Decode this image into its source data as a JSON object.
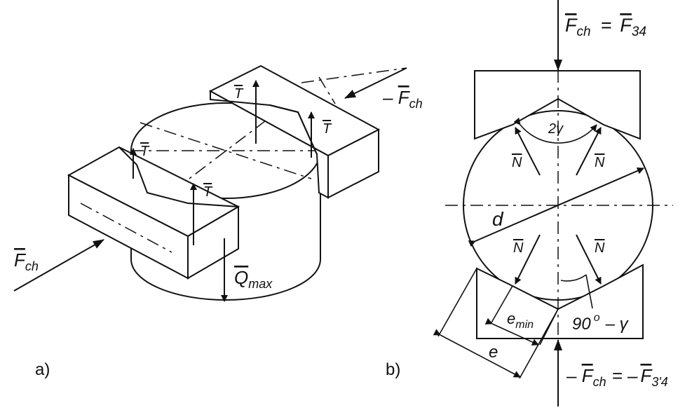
{
  "figure_a": {
    "caption": "a)",
    "labels": {
      "f_ch_in": "F",
      "f_ch_in_sub": "ch",
      "f_ch_out_prefix": "– ",
      "f_ch_out": "F",
      "f_ch_out_sub": "ch",
      "t1": "T",
      "t2": "T",
      "t3": "T",
      "t4": "T",
      "q_max": "Q",
      "q_max_sub": "max"
    }
  },
  "figure_b": {
    "caption": "b)",
    "labels": {
      "top_force": "F",
      "top_force_sub": "ch",
      "top_eq": "=",
      "top_force2": "F",
      "top_force2_sub": "34",
      "angle_2g": "2γ",
      "n1": "N",
      "n2": "N",
      "n3": "N",
      "n4": "N",
      "diameter": "d",
      "e_min": "e",
      "e_min_sub": "min",
      "e": "e",
      "angle_90": "90",
      "angle_90_sup": "o",
      "angle_90_rest": "– γ",
      "bottom_prefix": "– ",
      "bottom_force": "F",
      "bottom_force_sub": "ch",
      "bottom_eq": "= –",
      "bottom_force2": "F",
      "bottom_force2_sub": "3'4"
    }
  }
}
